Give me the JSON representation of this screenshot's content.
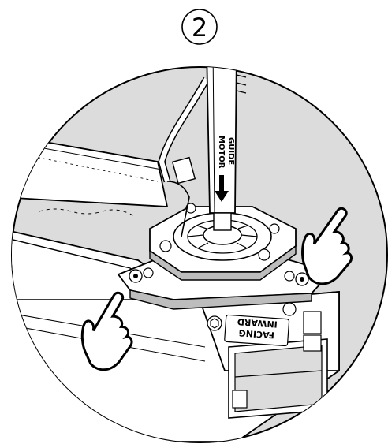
{
  "step": {
    "number": "2"
  },
  "tool": {
    "shaft_label_line1": "MOTOR",
    "shaft_label_line2": "GUIDE"
  },
  "rail_label": {
    "line1": "FACING",
    "line2": "INWARD"
  },
  "icons": {
    "hand_right": "pointing-hand-icon",
    "hand_left": "pointing-hand-icon",
    "arrow": "down-arrow-icon"
  },
  "colors": {
    "circle_fill": "#dcdcdc",
    "outline": "#000000",
    "metal": "#ffffff",
    "shadow": "#bdbdbd"
  }
}
